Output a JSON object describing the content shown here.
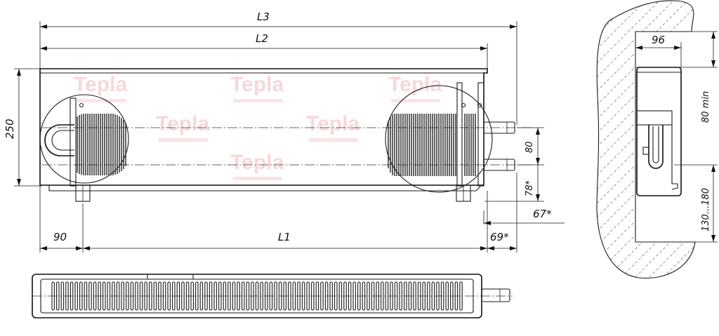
{
  "watermark": {
    "text": "Tepla",
    "color": "#f2b9b9"
  },
  "dimensions": {
    "L3": "L3",
    "L2": "L2",
    "L1": "L1",
    "height": "250",
    "left_offset": "90",
    "pipe_spacing": "80",
    "bottom_pipe": "78*",
    "pipe_end": "67*",
    "right_offset": "69*"
  },
  "side_view": {
    "depth": "96",
    "top_clearance": "80 min",
    "floor_clearance": "130...180"
  }
}
